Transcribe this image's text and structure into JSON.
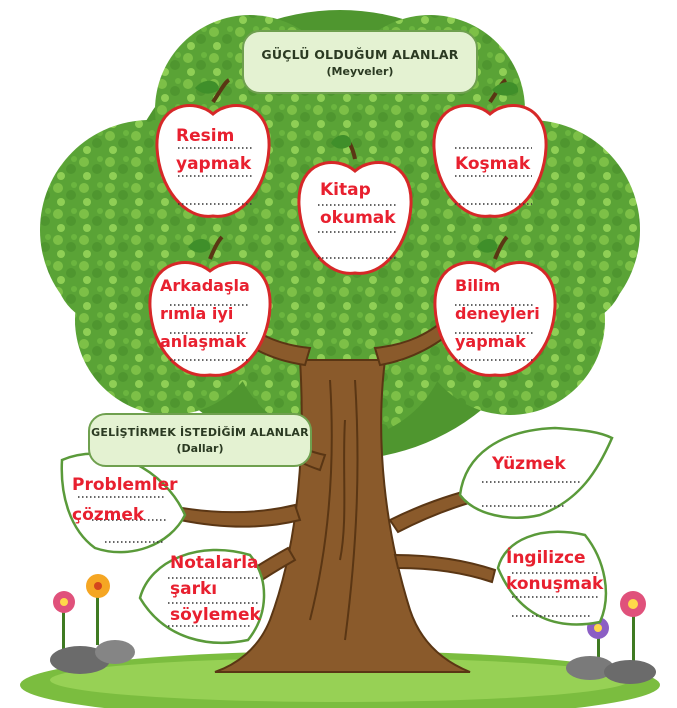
{
  "banners": {
    "strong": {
      "title": "GÜÇLÜ OLDUĞUM ALANLAR",
      "subtitle": "(Meyveler)"
    },
    "improve": {
      "title": "GELİŞTİRMEK İSTEDİĞİM ALANLAR",
      "subtitle": "(Dallar)"
    }
  },
  "apples": [
    {
      "lines": [
        "Resim",
        "yapmak"
      ]
    },
    {
      "lines": [
        "Kitap",
        "okumak"
      ]
    },
    {
      "lines": [
        "Koşmak"
      ]
    },
    {
      "lines": [
        "Arkadaşla",
        "rımla iyi",
        "anlaşmak"
      ]
    },
    {
      "lines": [
        "Bilim",
        "deneyleri",
        "yapmak"
      ]
    }
  ],
  "leaves": [
    {
      "lines": [
        "Problemler",
        "çözmek"
      ]
    },
    {
      "lines": [
        "Notalarla",
        "şarkı",
        "söylemek"
      ]
    },
    {
      "lines": [
        "Yüzmek"
      ]
    },
    {
      "lines": [
        "İngilizce",
        "konuşmak"
      ]
    }
  ],
  "colors": {
    "foliage": "#5fa83a",
    "foliage_light": "#8cc84b",
    "trunk": "#8a5a2b",
    "apple_stroke": "#d62828",
    "handwriting": "#e8202f",
    "grass": "#7bbd3f"
  }
}
